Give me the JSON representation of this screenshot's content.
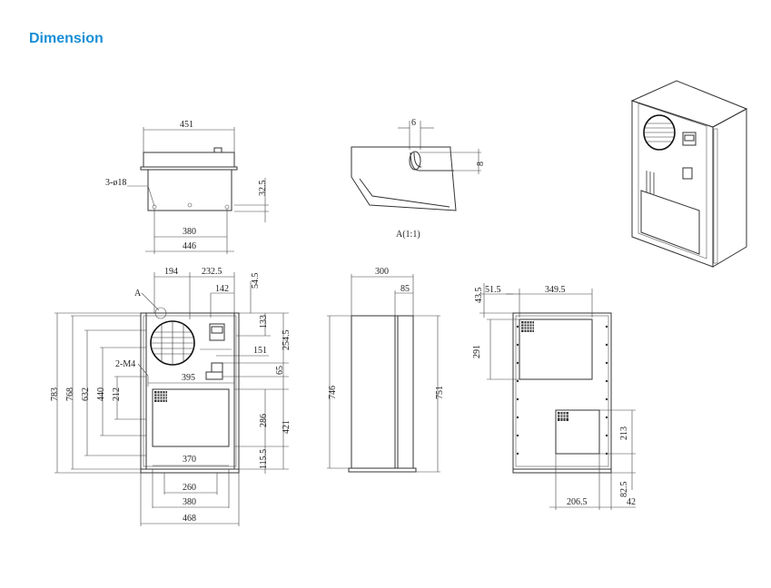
{
  "heading": "Dimension",
  "colors": {
    "heading": "#1a8fd6",
    "line": "#333333"
  },
  "top_view": {
    "dim_width": "451",
    "dim_holes": "3-ø18",
    "dim_height": "32.5",
    "dim_hole_pitch": "380",
    "dim_base": "446"
  },
  "detail_a": {
    "dim_slot": "6",
    "dim_depth": "8",
    "caption": "A(1:1)"
  },
  "front_view": {
    "label_a": "A",
    "dim_194": "194",
    "dim_232_5": "232.5",
    "dim_142": "142",
    "dim_54_5": "54.5",
    "dim_133": "133",
    "dim_254_5": "254.5",
    "dim_151": "151",
    "dim_65": "65",
    "dim_395": "395",
    "label_m4": "2-M4",
    "dim_783": "783",
    "dim_768": "768",
    "dim_632": "632",
    "dim_440": "440",
    "dim_212": "212",
    "dim_286": "286",
    "dim_421": "421",
    "dim_115_5": "115.5",
    "dim_370": "370",
    "dim_260": "260",
    "dim_380": "380",
    "dim_468": "468"
  },
  "side_view": {
    "dim_300": "300",
    "dim_85": "85",
    "dim_746": "746",
    "dim_751": "751"
  },
  "back_view": {
    "dim_43_5": "43.5",
    "dim_51_5": "51.5",
    "dim_349_5": "349.5",
    "dim_291": "291",
    "dim_213": "213",
    "dim_82_5": "82.5",
    "dim_206_5": "206.5",
    "dim_42": "42"
  }
}
